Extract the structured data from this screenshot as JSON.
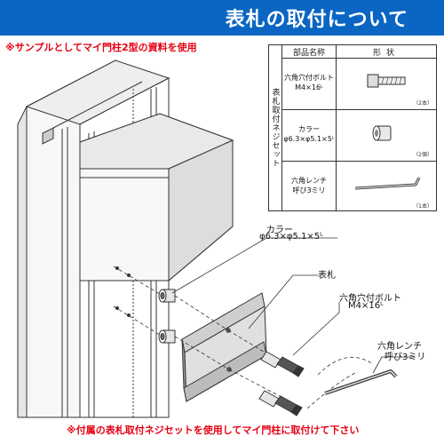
{
  "header": {
    "title": "表札の取付について"
  },
  "notes": {
    "top": "※サンプルとしてマイ門柱2型の資料を使用",
    "bottom": "※付属の表札取付ネジセットを使用してマイ門柱に取付けて下さい"
  },
  "parts_table": {
    "side_label": "表札取付ネジセット",
    "col_name": "部品名称",
    "col_shape": "形状",
    "rows": [
      {
        "name": "六角穴付ボルト",
        "spec": "M4×16ᴸ",
        "qty": "（2本）"
      },
      {
        "name": "カラー",
        "spec": "φ6.3×φ5.1×5ᴸ",
        "qty": "（2個）"
      },
      {
        "name": "六角レンチ",
        "spec": "呼び3ミリ",
        "qty": "（1本）"
      }
    ]
  },
  "callouts": {
    "collar_name": "カラー",
    "collar_spec": "φ6.3×φ5.1×5ᴸ",
    "nameplate": "表札",
    "bolt_name": "六角穴付ボルト",
    "bolt_spec": "M4×16ᴸ",
    "wrench_name": "六角レンチ",
    "wrench_spec": "呼び3ミリ"
  },
  "colors": {
    "header_bg": "#0a66c2",
    "note_red": "#e60012"
  }
}
